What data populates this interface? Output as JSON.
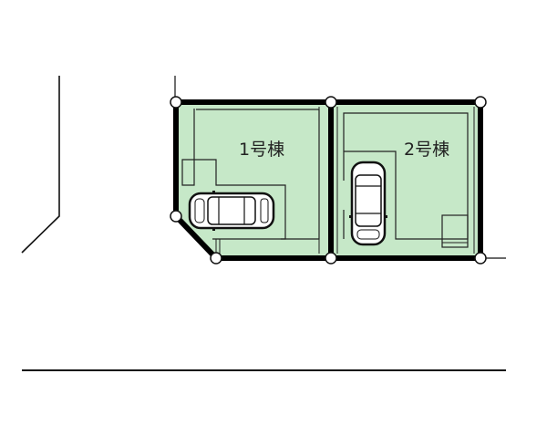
{
  "diagram": {
    "type": "site-plan",
    "lots": [
      {
        "id": "lot-1",
        "label": "1号棟"
      },
      {
        "id": "lot-2",
        "label": "2号棟"
      }
    ],
    "colors": {
      "lot_fill": "#c6e8c8",
      "boundary": "#000000",
      "marker_fill": "#ffffff"
    }
  }
}
